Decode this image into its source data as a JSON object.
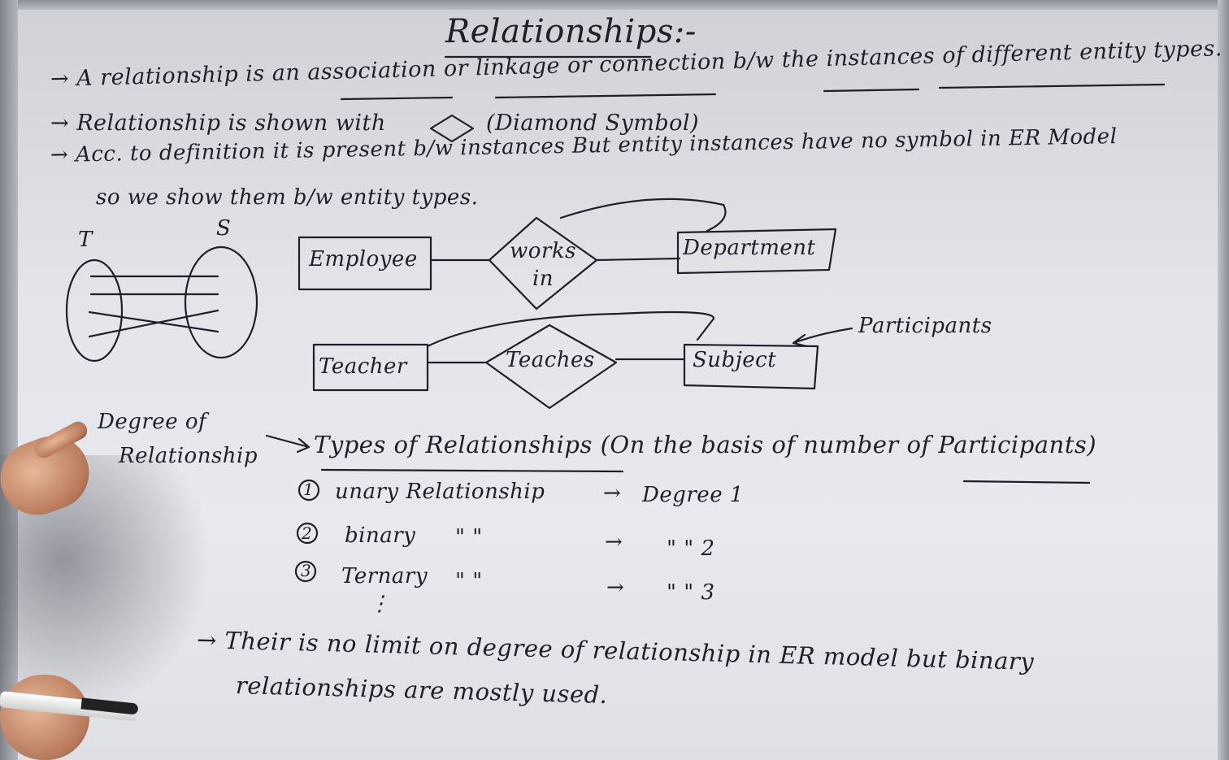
{
  "title": "Relationships:-",
  "lines": {
    "l1": "→ A relationship is an association or linkage or connection b/w the instances of different entity types.",
    "l2": "→ Relationship is shown with",
    "l2_tail": "(Diamond Symbol)",
    "l3": "→ Acc. to definition it is present b/w instances But entity instances have no symbol in ER Model",
    "l4": "so we show them b/w entity types."
  },
  "set_diagram": {
    "left_label": "T",
    "right_label": "S"
  },
  "er1": {
    "entity_a": "Employee",
    "relationship": "works in",
    "entity_b": "Department"
  },
  "er2": {
    "entity_a": "Teacher",
    "relationship": "Teaches",
    "entity_b": "Subject",
    "note": "Participants"
  },
  "degree": {
    "side_label_1": "Degree of",
    "side_label_2": "Relationship",
    "heading": "Types of Relationships (On the basis of number of Participants)",
    "items": [
      {
        "num": "1",
        "name": "unary Relationship",
        "arrow": "→",
        "value": "Degree 1"
      },
      {
        "num": "2",
        "name": "binary",
        "ditto": "\"   \"",
        "arrow": "→",
        "value": "\"   \" 2"
      },
      {
        "num": "3",
        "name": "Ternary",
        "ditto": "\"   \"",
        "arrow": "→",
        "value": "\"   \" 3"
      }
    ],
    "ellipsis": "⋮"
  },
  "footer": {
    "line1": "→ Their is no limit on degree of relationship in ER model but binary",
    "line2": "relationships are mostly used."
  },
  "colors": {
    "ink": "#1e1f2b",
    "board": "#e4e5ea",
    "frame": "#9a9da3"
  }
}
